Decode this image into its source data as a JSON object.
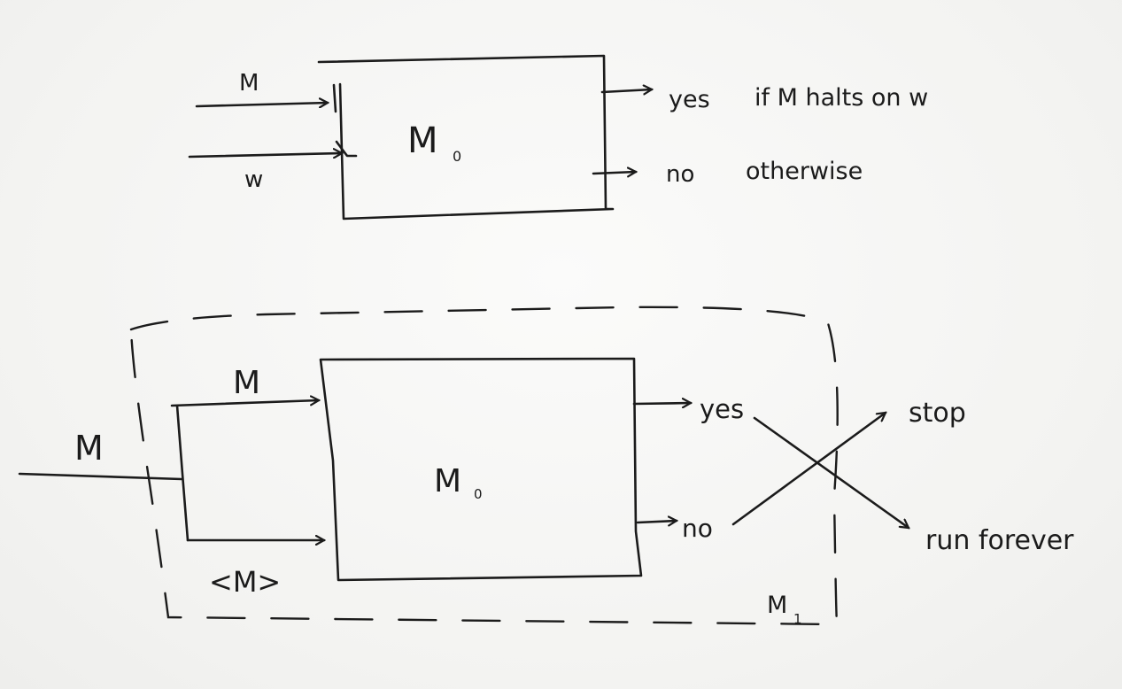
{
  "top_diagram": {
    "machine": "M",
    "machine_subscript": "0",
    "input_top": "M",
    "input_bottom": "w",
    "output_yes": "yes",
    "output_yes_condition": "if  M halts on w",
    "output_no": "no",
    "output_no_condition": "otherwise"
  },
  "bottom_diagram": {
    "outer_input": "M",
    "copier_out_top": "M",
    "copier_out_bottom": "<M>",
    "machine": "M",
    "machine_subscript": "0",
    "output_yes": "yes",
    "output_no": "no",
    "result_stop": "stop",
    "result_run_forever": "run forever",
    "wrapper": "M",
    "wrapper_subscript": "1"
  }
}
